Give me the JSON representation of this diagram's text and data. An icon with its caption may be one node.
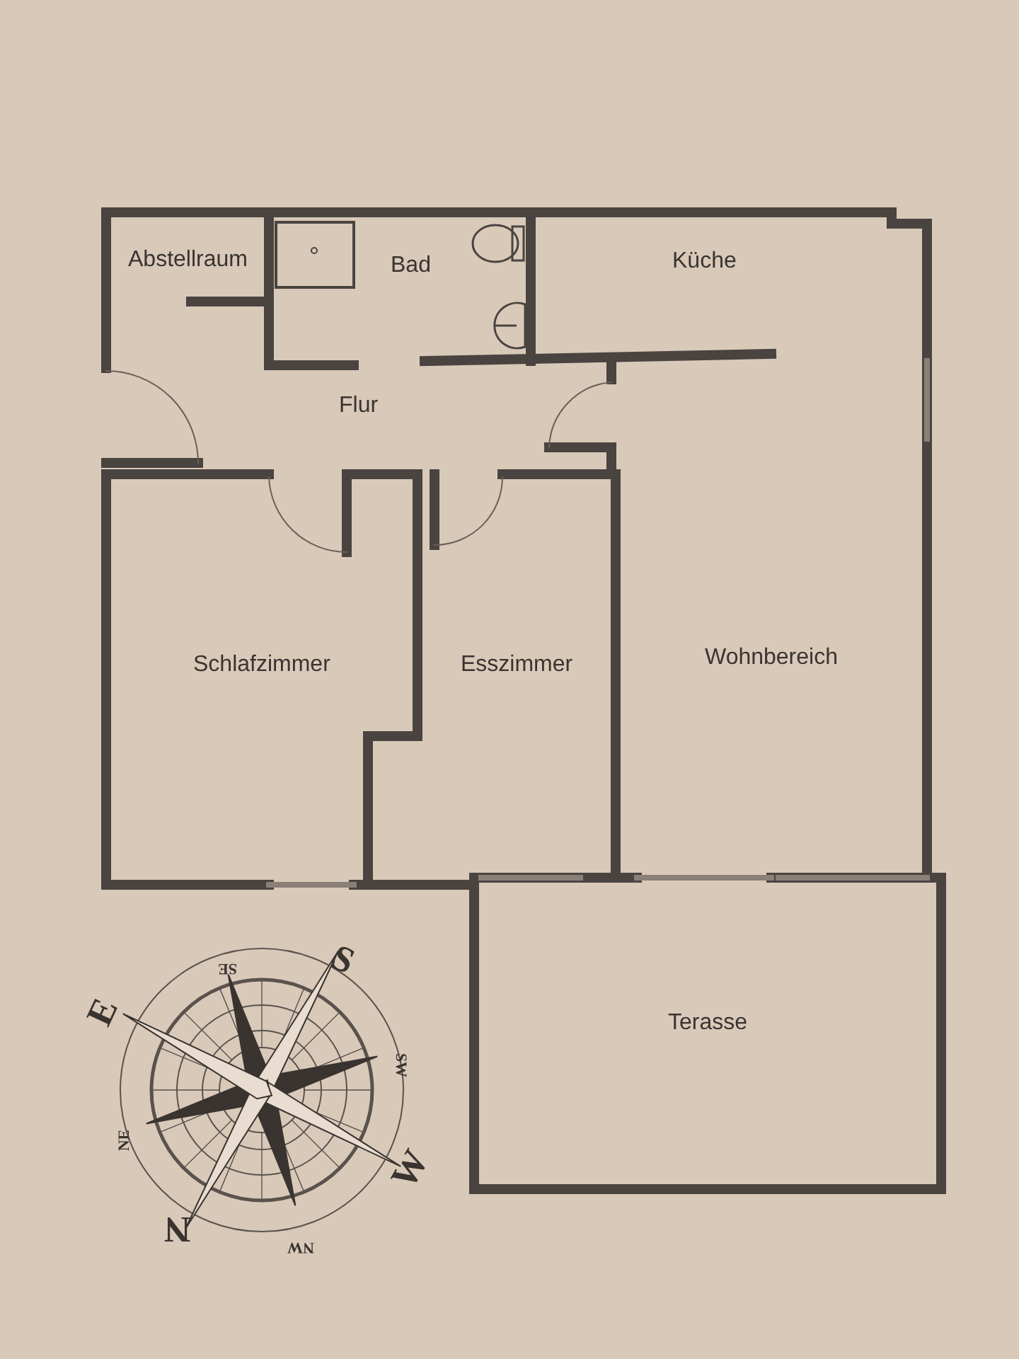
{
  "diagram": {
    "nodes": [
      {
        "text": [
          "Abstellraum"
        ]
      },
      {
        "text": [
          "Bad"
        ]
      },
      {
        "text": [
          "Küche"
        ]
      },
      {
        "text": [
          "Flur"
        ]
      },
      {
        "text": [
          "Schlafzimmer"
        ]
      },
      {
        "text": [
          "Esszimmer"
        ]
      },
      {
        "text": [
          "Wohnbereich"
        ]
      },
      {
        "text": [
          "Terasse"
        ]
      }
    ],
    "edges": [],
    "labels": [
      "S",
      "SE",
      "E",
      "SW",
      "NE",
      "W",
      "N",
      "NW"
    ]
  }
}
